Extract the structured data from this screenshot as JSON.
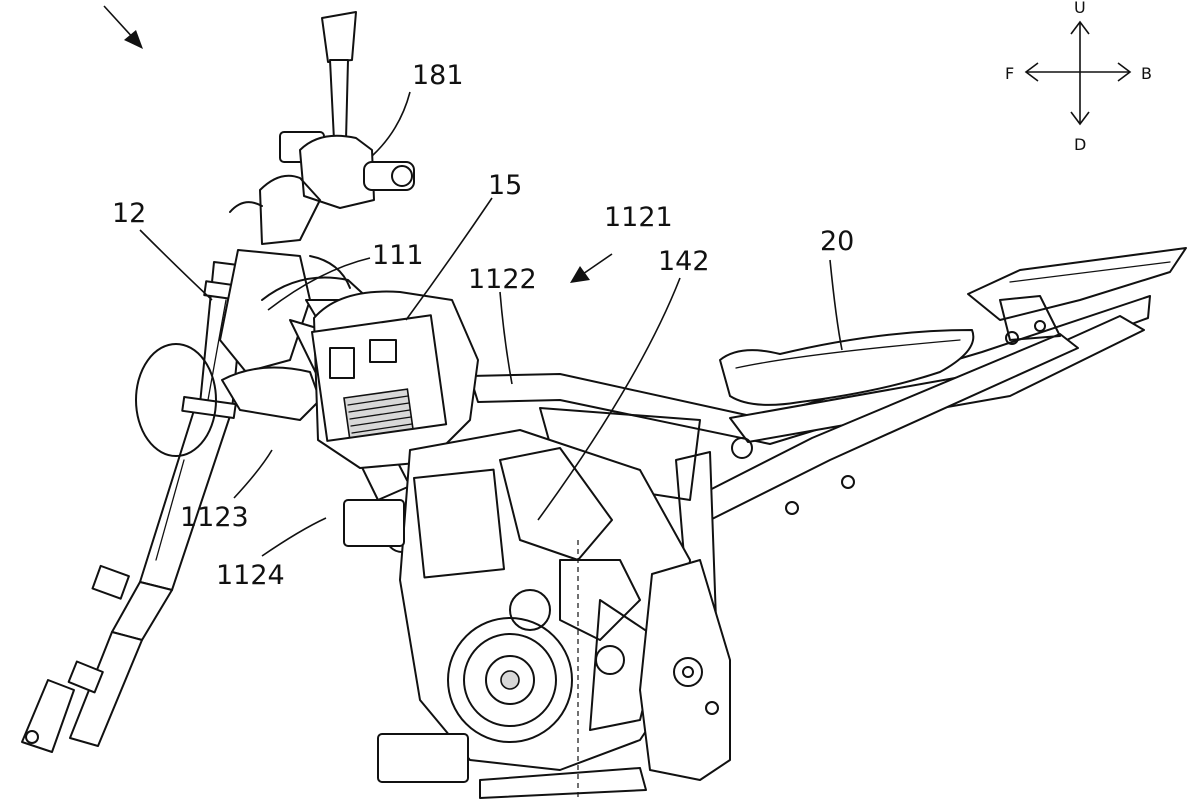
{
  "labels": {
    "l181": "181",
    "l12": "12",
    "l15": "15",
    "l1121": "1121",
    "l111": "111",
    "l1122": "1122",
    "l142": "142",
    "l20": "20",
    "l1123": "1123",
    "l1124": "1124"
  },
  "directions": {
    "up": "U",
    "down": "D",
    "front": "F",
    "back": "B"
  }
}
